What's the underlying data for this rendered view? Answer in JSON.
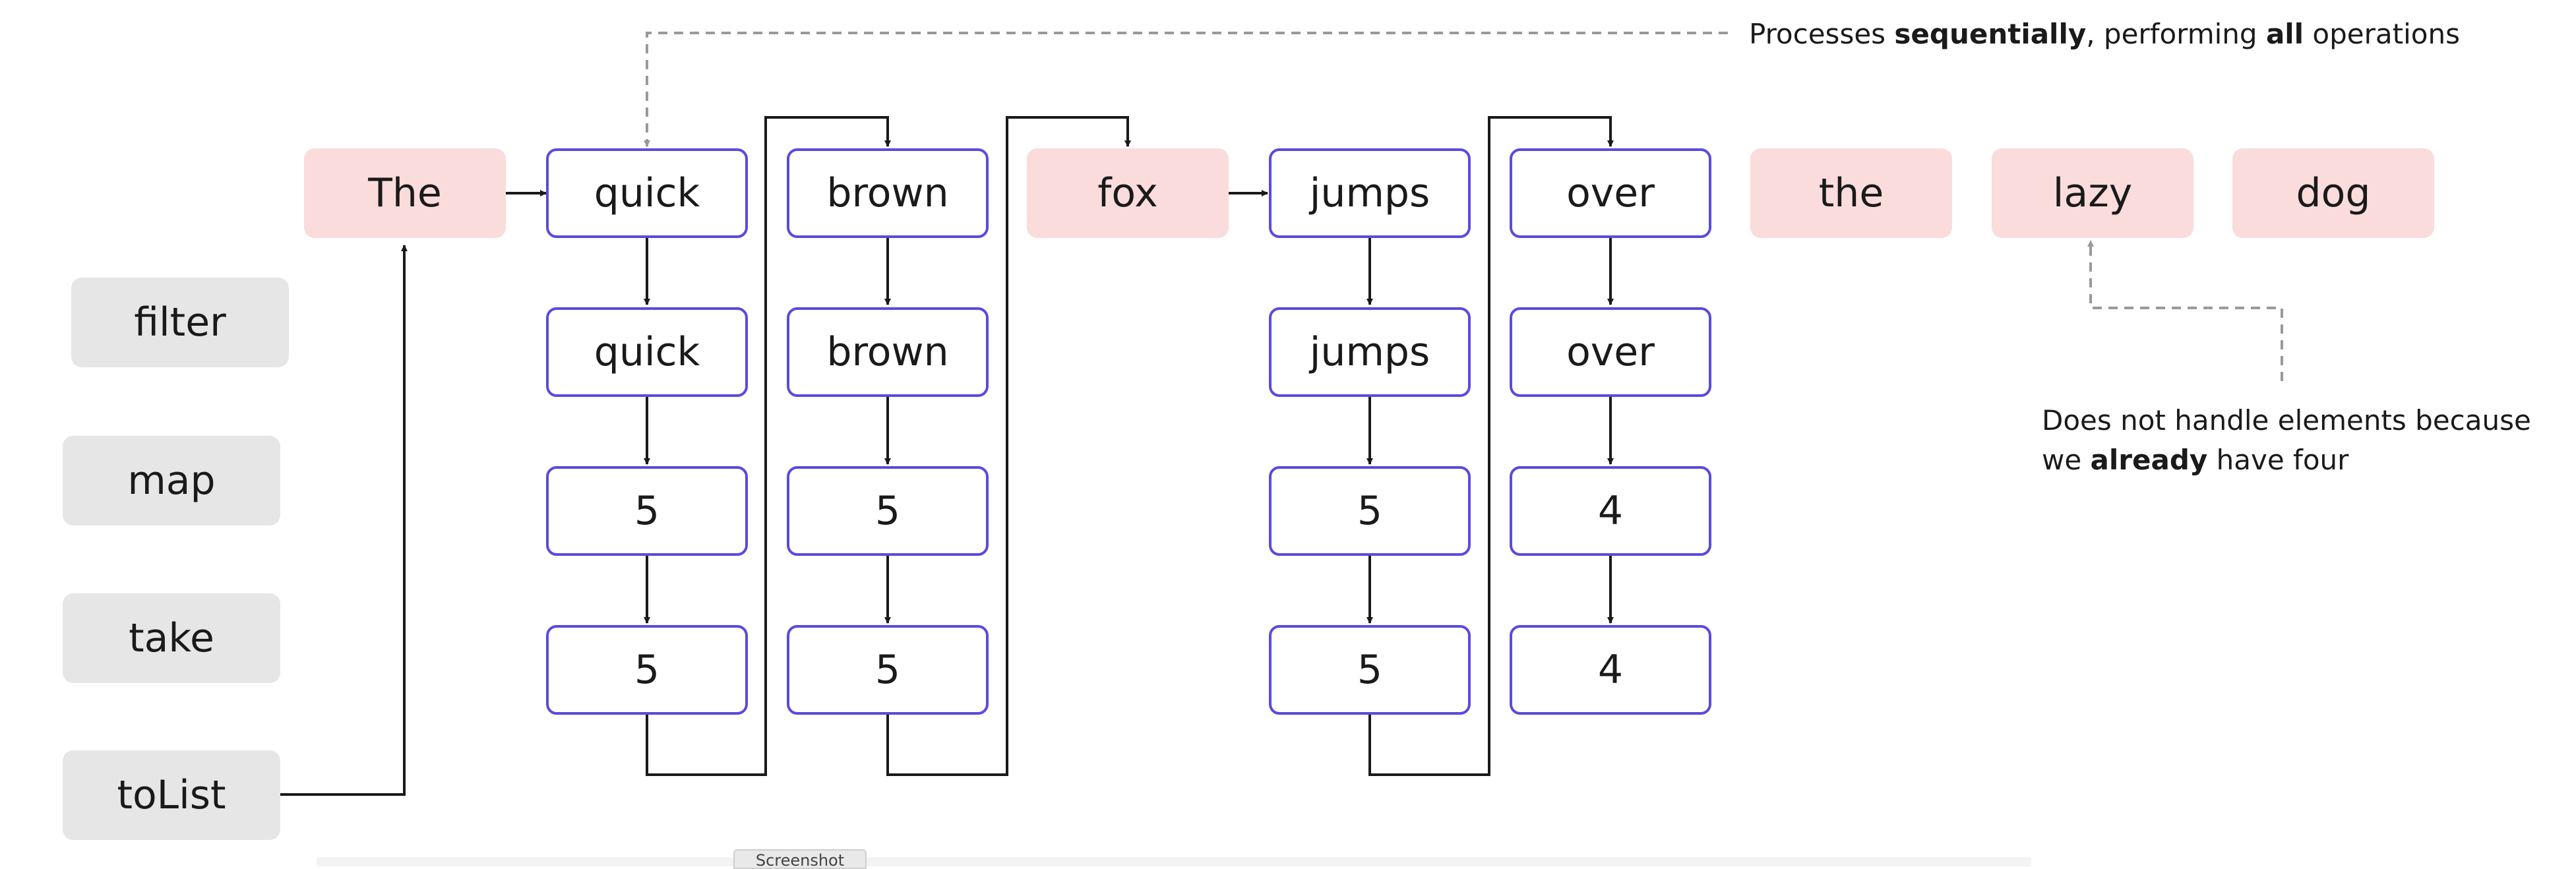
{
  "operations": [
    "filter",
    "map",
    "take",
    "toList"
  ],
  "words": [
    "The",
    "quick",
    "brown",
    "fox",
    "jumps",
    "over",
    "the",
    "lazy",
    "dog"
  ],
  "columns": [
    {
      "steps": [
        "quick",
        "quick",
        "5",
        "5"
      ]
    },
    {
      "steps": [
        "brown",
        "brown",
        "5",
        "5"
      ]
    },
    {
      "steps": [
        "jumps",
        "jumps",
        "5",
        "5"
      ]
    },
    {
      "steps": [
        "over",
        "over",
        "4",
        "4"
      ]
    }
  ],
  "notes": {
    "top": {
      "pre": "Processes ",
      "b1": "sequentially",
      "mid": ", performing ",
      "b2": "all",
      "post": " operations"
    },
    "right": {
      "line1": "Does not handle elements because",
      "line2_pre": "we ",
      "line2_bold": "already",
      "line2_post": " have four"
    }
  },
  "footer_tab": "Screenshot",
  "colors": {
    "op_fill": "#e6e6e6",
    "word_fill": "#f9dcdb",
    "step_border": "#5a4bdc",
    "arrow": "#1a1a1a",
    "dashed": "#999999"
  }
}
